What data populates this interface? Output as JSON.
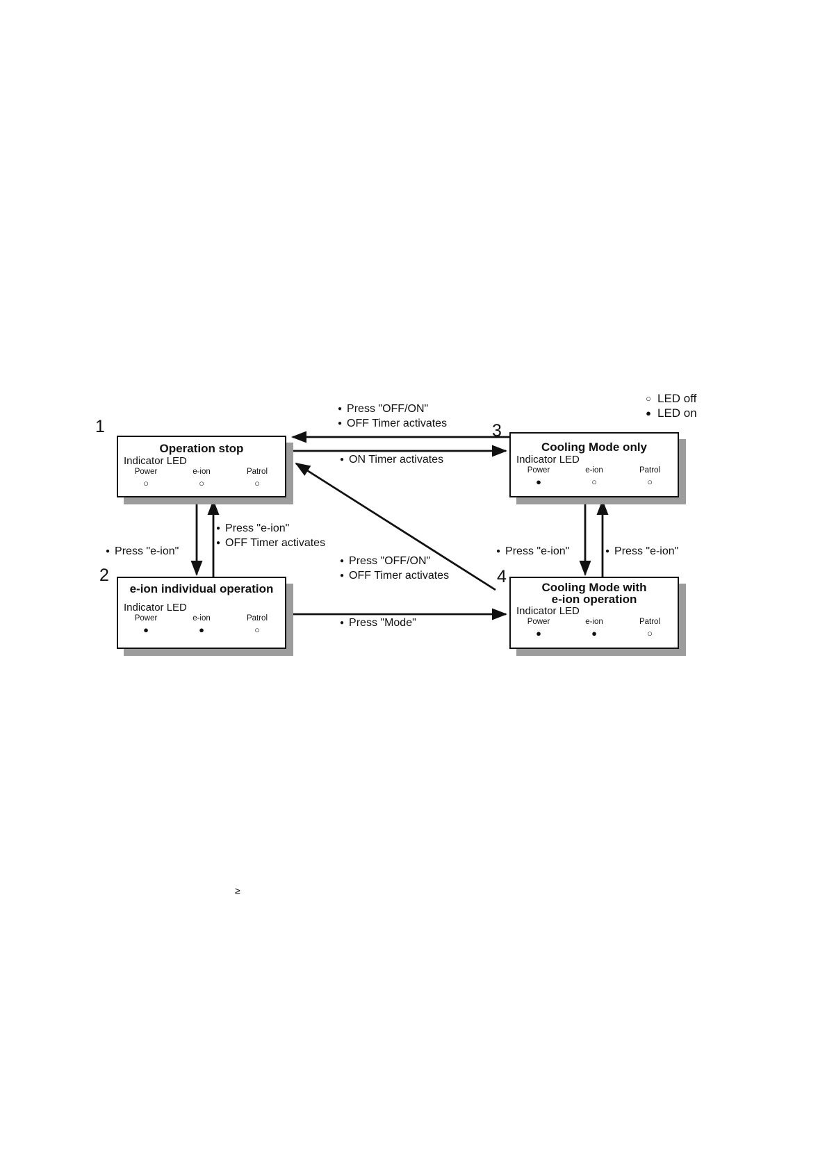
{
  "glyphs": {
    "bullet": "●",
    "stray_mark": "≥"
  },
  "legend": {
    "items": [
      {
        "symbol": "○",
        "label": "LED off"
      },
      {
        "symbol": "●",
        "label": "LED on"
      }
    ]
  },
  "states": [
    {
      "number": "1",
      "title_lines": [
        "Operation stop"
      ],
      "indicator_label": "Indicator LED",
      "leds": [
        {
          "name": "Power",
          "symbol": "○",
          "state": "off"
        },
        {
          "name": "e-ion",
          "symbol": "○",
          "state": "off"
        },
        {
          "name": "Patrol",
          "symbol": "○",
          "state": "off"
        }
      ]
    },
    {
      "number": "2",
      "title_lines": [
        "e-ion individual operation"
      ],
      "indicator_label": "Indicator LED",
      "leds": [
        {
          "name": "Power",
          "symbol": "●",
          "state": "on"
        },
        {
          "name": "e-ion",
          "symbol": "●",
          "state": "on"
        },
        {
          "name": "Patrol",
          "symbol": "○",
          "state": "off"
        }
      ]
    },
    {
      "number": "3",
      "title_lines": [
        "Cooling Mode only"
      ],
      "indicator_label": "Indicator LED",
      "leds": [
        {
          "name": "Power",
          "symbol": "●",
          "state": "on"
        },
        {
          "name": "e-ion",
          "symbol": "○",
          "state": "off"
        },
        {
          "name": "Patrol",
          "symbol": "○",
          "state": "off"
        }
      ]
    },
    {
      "number": "4",
      "title_lines": [
        "Cooling Mode with",
        "e-ion operation"
      ],
      "indicator_label": "Indicator LED",
      "leds": [
        {
          "name": "Power",
          "symbol": "●",
          "state": "on"
        },
        {
          "name": "e-ion",
          "symbol": "●",
          "state": "on"
        },
        {
          "name": "Patrol",
          "symbol": "○",
          "state": "off"
        }
      ]
    }
  ],
  "transitions": {
    "state3_to_state1": [
      "Press \"OFF/ON\"",
      "OFF Timer activates"
    ],
    "state1_to_state3": [
      "ON Timer activates"
    ],
    "state1_to_state2": [
      "Press \"e-ion\""
    ],
    "state2_to_state1": [
      "Press \"e-ion\"",
      "OFF Timer activates"
    ],
    "state4_to_state1": [
      "Press \"OFF/ON\"",
      "OFF Timer activates"
    ],
    "state2_to_state4": [
      "Press \"Mode\""
    ],
    "state3_to_state4": [
      "Press \"e-ion\""
    ],
    "state4_to_state3": [
      "Press \"e-ion\""
    ]
  }
}
